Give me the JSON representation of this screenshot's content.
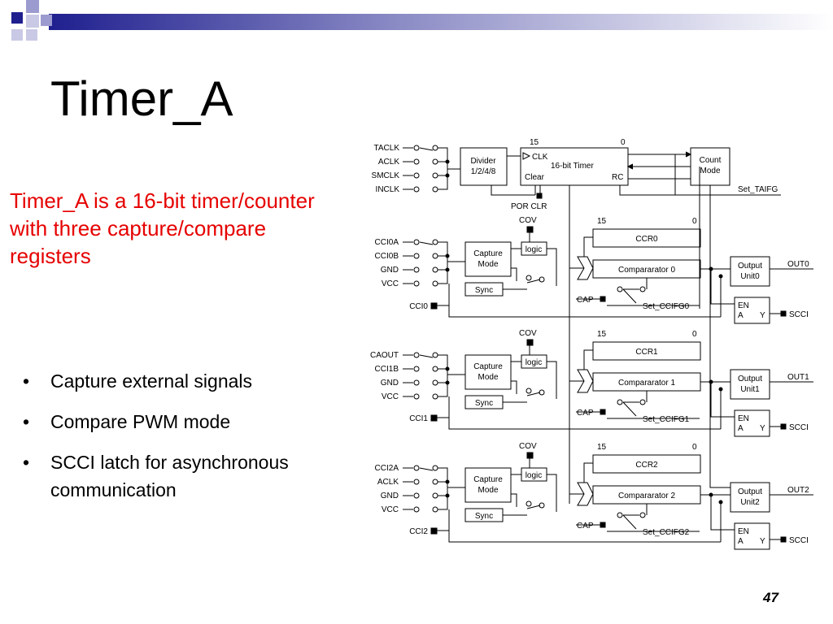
{
  "slide": {
    "title": "Timer_A",
    "intro": "Timer_A is a 16-bit timer/counter with three capture/compare registers",
    "bullets": [
      "Capture external signals",
      "Compare PWM mode",
      "SCCI latch for asynchronous communication"
    ],
    "bullet_marker": "•",
    "page_number": "47",
    "colors": {
      "title": "#000000",
      "intro": "#e60000",
      "header_dark": "#1f1f8f",
      "header_light": "#c9c9e6"
    }
  },
  "diagram": {
    "timer_inputs": [
      "TACLK",
      "ACLK",
      "SMCLK",
      "INCLK"
    ],
    "divider": [
      "Divider",
      "1/2/4/8"
    ],
    "timer": {
      "clk": "CLK",
      "name": "16-bit Timer",
      "clear": "Clear",
      "rc": "RC",
      "bit_high": "15",
      "bit_low": "0"
    },
    "por_clr": "POR  CLR",
    "count_mode": [
      "Count",
      "Mode"
    ],
    "set_taifg": "Set_TAIFG",
    "channels": [
      {
        "inputs": [
          "CCI0A",
          "CCI0B",
          "GND",
          "VCC"
        ],
        "cci": "CCI0",
        "ccr": "CCR0",
        "comparator": "Compararator 0",
        "output_unit": [
          "Output",
          "Unit0"
        ],
        "out": "OUT0",
        "set_ccifg": "Set_CCIFG0"
      },
      {
        "inputs": [
          "CAOUT",
          "CCI1B",
          "GND",
          "VCC"
        ],
        "cci": "CCI1",
        "ccr": "CCR1",
        "comparator": "Compararator 1",
        "output_unit": [
          "Output",
          "Unit1"
        ],
        "out": "OUT1",
        "set_ccifg": "Set_CCIFG1"
      },
      {
        "inputs": [
          "CCI2A",
          "ACLK",
          "GND",
          "VCC"
        ],
        "cci": "CCI2",
        "ccr": "CCR2",
        "comparator": "Compararator 2",
        "output_unit": [
          "Output",
          "Unit2"
        ],
        "out": "OUT2",
        "set_ccifg": "Set_CCIFG2"
      }
    ],
    "cov": "COV",
    "logic": "logic",
    "capture_mode": [
      "Capture",
      "Mode"
    ],
    "sync": "Sync",
    "cap": "CAP",
    "bit_high": "15",
    "bit_low": "0",
    "latch": [
      "EN",
      "A",
      "Y"
    ],
    "scci": "SCCI"
  }
}
